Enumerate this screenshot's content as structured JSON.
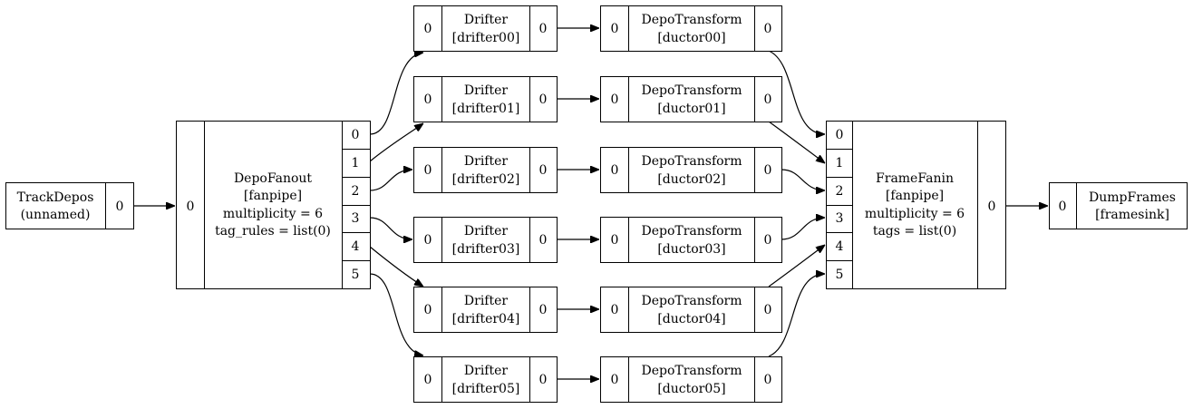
{
  "nodes": {
    "trackdepos": {
      "lines": [
        "TrackDepos",
        "(unnamed)"
      ],
      "out_ports": [
        "0"
      ]
    },
    "fanout": {
      "lines": [
        "DepoFanout",
        "[fanpipe]",
        "multiplicity = 6",
        "tag_rules = list(0)"
      ],
      "in_ports": [
        "0"
      ],
      "out_ports": [
        "0",
        "1",
        "2",
        "3",
        "4",
        "5"
      ]
    },
    "drifters": [
      {
        "lines": [
          "Drifter",
          "[drifter00]"
        ],
        "in_port": "0",
        "out_port": "0"
      },
      {
        "lines": [
          "Drifter",
          "[drifter01]"
        ],
        "in_port": "0",
        "out_port": "0"
      },
      {
        "lines": [
          "Drifter",
          "[drifter02]"
        ],
        "in_port": "0",
        "out_port": "0"
      },
      {
        "lines": [
          "Drifter",
          "[drifter03]"
        ],
        "in_port": "0",
        "out_port": "0"
      },
      {
        "lines": [
          "Drifter",
          "[drifter04]"
        ],
        "in_port": "0",
        "out_port": "0"
      },
      {
        "lines": [
          "Drifter",
          "[drifter05]"
        ],
        "in_port": "0",
        "out_port": "0"
      }
    ],
    "ductors": [
      {
        "lines": [
          "DepoTransform",
          "[ductor00]"
        ],
        "in_port": "0",
        "out_port": "0"
      },
      {
        "lines": [
          "DepoTransform",
          "[ductor01]"
        ],
        "in_port": "0",
        "out_port": "0"
      },
      {
        "lines": [
          "DepoTransform",
          "[ductor02]"
        ],
        "in_port": "0",
        "out_port": "0"
      },
      {
        "lines": [
          "DepoTransform",
          "[ductor03]"
        ],
        "in_port": "0",
        "out_port": "0"
      },
      {
        "lines": [
          "DepoTransform",
          "[ductor04]"
        ],
        "in_port": "0",
        "out_port": "0"
      },
      {
        "lines": [
          "DepoTransform",
          "[ductor05]"
        ],
        "in_port": "0",
        "out_port": "0"
      }
    ],
    "fanin": {
      "lines": [
        "FrameFanin",
        "[fanpipe]",
        "multiplicity = 6",
        "tags = list(0)"
      ],
      "in_ports": [
        "0",
        "1",
        "2",
        "3",
        "4",
        "5"
      ],
      "out_ports": [
        "0"
      ]
    },
    "sink": {
      "lines": [
        "DumpFrames",
        "[framesink]"
      ],
      "in_ports": [
        "0"
      ]
    }
  }
}
